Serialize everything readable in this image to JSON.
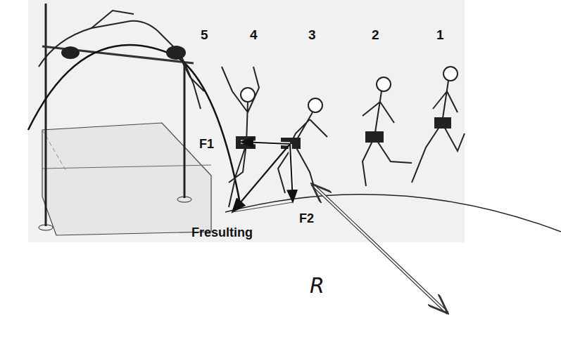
{
  "diagram": {
    "labels": [
      "5",
      "4",
      "3",
      "2",
      "1",
      "F1",
      "F2",
      "Fresulting",
      "R"
    ]
  }
}
